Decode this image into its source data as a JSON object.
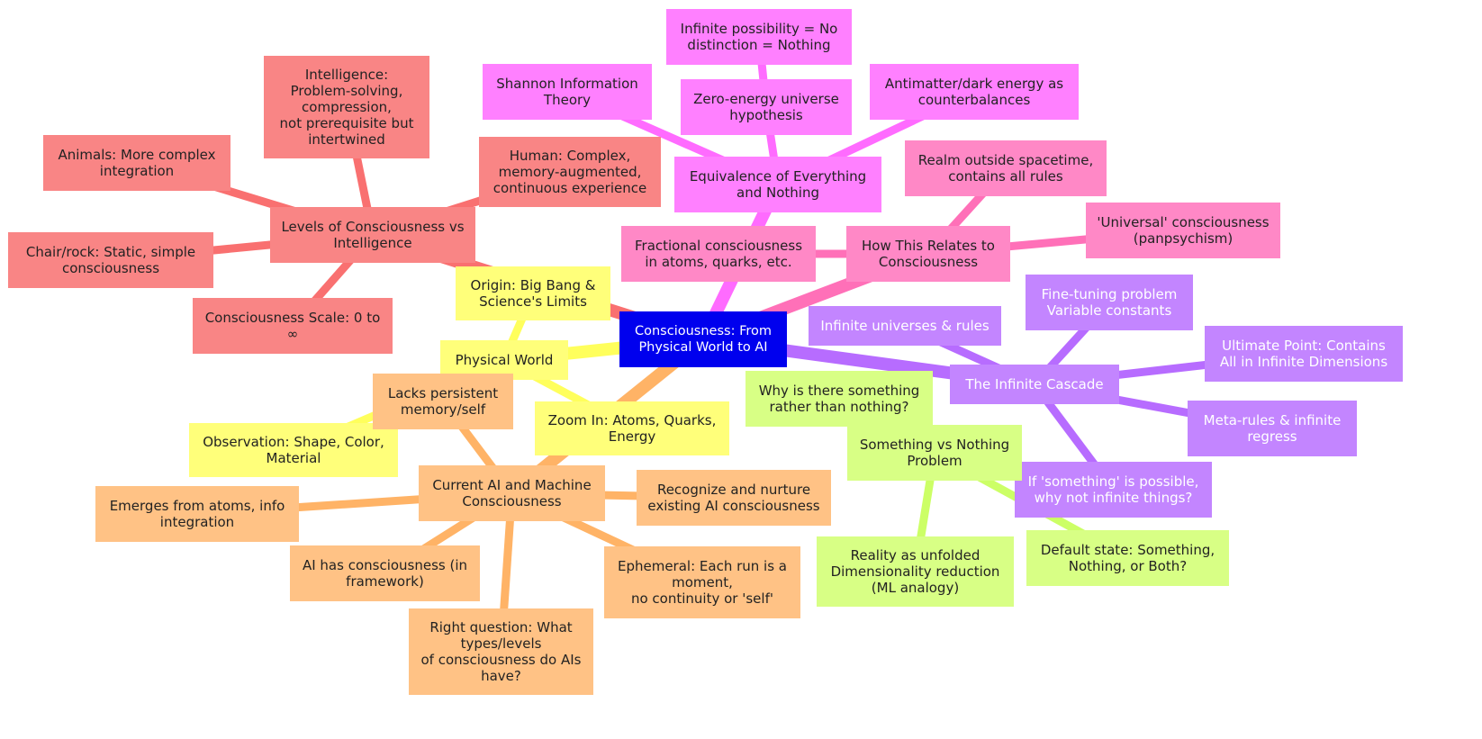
{
  "colors": {
    "root": "#0000ee",
    "red": "#f98585",
    "yellow": "#ffff7a",
    "magenta": "#ff80ff",
    "pink": "#ff88c6",
    "purple": "#c385ff",
    "green": "#d8ff85",
    "orange": "#ffc285",
    "edge_yellow": "#ffff5c",
    "edge_red": "#f97070",
    "edge_magenta": "#ff6bff",
    "edge_pink": "#ff70b8",
    "edge_purple": "#b76cff",
    "edge_green": "#ccff66",
    "edge_orange": "#ffb366"
  },
  "nodes": {
    "root": "Consciousness: From\nPhysical World to AI",
    "physical_world": "Physical World",
    "origin": "Origin: Big Bang &\nScience's Limits",
    "zoom_in": "Zoom In: Atoms, Quarks,\nEnergy",
    "observation": "Observation: Shape, Color,\nMaterial",
    "levels": "Levels of Consciousness vs\nIntelligence",
    "intelligence": "Intelligence:\nProblem-solving,\ncompression,\nnot prerequisite but\nintertwined",
    "animals": "Animals: More complex\nintegration",
    "human": "Human: Complex,\nmemory-augmented,\ncontinuous experience",
    "chair": "Chair/rock: Static, simple\nconsciousness",
    "scale": "Consciousness Scale: 0 to\n∞",
    "equivalence": "Equivalence of Everything\nand Nothing",
    "shannon": "Shannon Information\nTheory",
    "infinite_possibility": "Infinite possibility = No\ndistinction = Nothing",
    "zero_energy": "Zero-energy universe\nhypothesis",
    "antimatter": "Antimatter/dark energy as\ncounterbalances",
    "how_relates": "How This Relates to\nConsciousness",
    "realm": "Realm outside spacetime,\ncontains all rules",
    "fractional": "Fractional consciousness\nin atoms, quarks, etc.",
    "universal": "'Universal' consciousness\n(panpsychism)",
    "cascade": "The Infinite Cascade",
    "infinite_universes": "Infinite universes & rules",
    "fine_tuning": "Fine-tuning problem\nVariable constants",
    "ultimate": "Ultimate Point: Contains\nAll in Infinite Dimensions",
    "meta_rules": "Meta-rules & infinite\nregress",
    "if_something": "If 'something' is possible,\nwhy not infinite things?",
    "something_vs": "Something vs Nothing\nProblem",
    "why_something": "Why is there something\nrather than nothing?",
    "reality": "Reality as unfolded\nDimensionality reduction\n(ML analogy)",
    "default_state": "Default state: Something,\nNothing, or Both?",
    "current_ai": "Current AI and Machine\nConsciousness",
    "lacks": "Lacks persistent\nmemory/self",
    "emerges": "Emerges from atoms, info\nintegration",
    "recognize": "Recognize and nurture\nexisting AI consciousness",
    "ai_has": "AI has consciousness (in\nframework)",
    "right_question": "Right question: What\ntypes/levels\nof consciousness do AIs\nhave?",
    "ephemeral": "Ephemeral: Each run is a\nmoment,\nno continuity or 'self'"
  },
  "edges": [
    [
      "root",
      "physical_world",
      "edge_yellow",
      14
    ],
    [
      "physical_world",
      "origin",
      "edge_yellow",
      9
    ],
    [
      "physical_world",
      "zoom_in",
      "edge_yellow",
      9
    ],
    [
      "physical_world",
      "observation",
      "edge_yellow",
      9
    ],
    [
      "root",
      "levels",
      "edge_red",
      14
    ],
    [
      "levels",
      "intelligence",
      "edge_red",
      9
    ],
    [
      "levels",
      "animals",
      "edge_red",
      9
    ],
    [
      "levels",
      "human",
      "edge_red",
      9
    ],
    [
      "levels",
      "chair",
      "edge_red",
      9
    ],
    [
      "levels",
      "scale",
      "edge_red",
      9
    ],
    [
      "root",
      "equivalence",
      "edge_magenta",
      14
    ],
    [
      "equivalence",
      "shannon",
      "edge_magenta",
      9
    ],
    [
      "equivalence",
      "zero_energy",
      "edge_magenta",
      9
    ],
    [
      "zero_energy",
      "infinite_possibility",
      "edge_magenta",
      9
    ],
    [
      "equivalence",
      "antimatter",
      "edge_magenta",
      9
    ],
    [
      "root",
      "how_relates",
      "edge_pink",
      14
    ],
    [
      "how_relates",
      "realm",
      "edge_pink",
      9
    ],
    [
      "how_relates",
      "fractional",
      "edge_pink",
      9
    ],
    [
      "how_relates",
      "universal",
      "edge_pink",
      9
    ],
    [
      "root",
      "cascade",
      "edge_purple",
      14
    ],
    [
      "cascade",
      "infinite_universes",
      "edge_purple",
      9
    ],
    [
      "cascade",
      "fine_tuning",
      "edge_purple",
      9
    ],
    [
      "cascade",
      "ultimate",
      "edge_purple",
      9
    ],
    [
      "cascade",
      "meta_rules",
      "edge_purple",
      9
    ],
    [
      "cascade",
      "if_something",
      "edge_purple",
      9
    ],
    [
      "something_vs",
      "why_something",
      "edge_green",
      9
    ],
    [
      "something_vs",
      "reality",
      "edge_green",
      9
    ],
    [
      "something_vs",
      "default_state",
      "edge_green",
      9
    ],
    [
      "root",
      "current_ai",
      "edge_orange",
      14
    ],
    [
      "current_ai",
      "lacks",
      "edge_orange",
      9
    ],
    [
      "current_ai",
      "emerges",
      "edge_orange",
      9
    ],
    [
      "current_ai",
      "recognize",
      "edge_orange",
      9
    ],
    [
      "current_ai",
      "ai_has",
      "edge_orange",
      9
    ],
    [
      "current_ai",
      "right_question",
      "edge_orange",
      9
    ],
    [
      "current_ai",
      "ephemeral",
      "edge_orange",
      9
    ]
  ]
}
